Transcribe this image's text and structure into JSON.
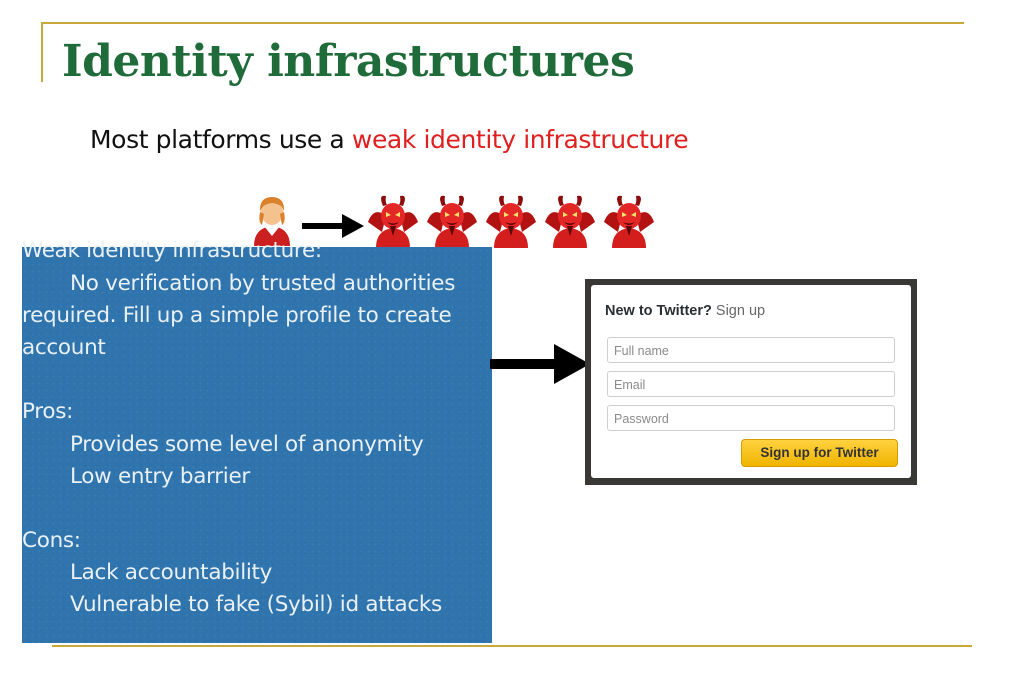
{
  "slide": {
    "title": "Identity infrastructures",
    "subtitle_prefix": "Most platforms use a ",
    "subtitle_highlight": "weak identity infrastructure",
    "highlight_color": "#e02020",
    "title_color": "#1f6b3a"
  },
  "illustration": {
    "person_icon": "user-icon",
    "arrow_icon": "arrow-right-icon",
    "devil_icon": "sybil-devil-icon",
    "devil_count": 5
  },
  "infobox": {
    "heading": "Weak identity infrastructure:",
    "desc_line1": "No verification by trusted authorities",
    "desc_line2": "required. Fill up a simple profile to create",
    "desc_line3": "account",
    "pros_label": "Pros:",
    "pros": [
      "Provides some level of anonymity",
      "Low entry barrier"
    ],
    "cons_label": "Cons:",
    "cons": [
      "Lack accountability",
      "Vulnerable to fake (Sybil) id attacks"
    ],
    "bg_color": "#2f74ad"
  },
  "twitter": {
    "heading_bold": "New to Twitter?",
    "heading_link": " Sign up",
    "fields": [
      {
        "placeholder": "Full name"
      },
      {
        "placeholder": "Email"
      },
      {
        "placeholder": "Password"
      }
    ],
    "button_label": "Sign up for Twitter",
    "button_color": "#f5c518"
  }
}
